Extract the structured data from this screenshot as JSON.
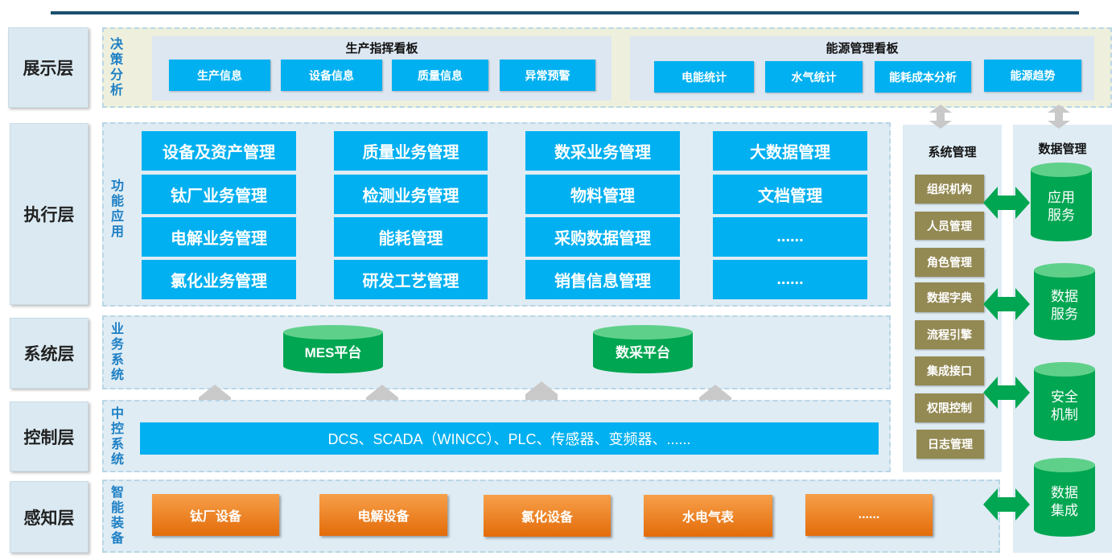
{
  "layers": {
    "display": "展示层",
    "execution": "执行层",
    "system": "系统层",
    "control": "控制层",
    "perception": "感知层"
  },
  "side_labels": {
    "decision": [
      "决",
      "策",
      "分",
      "析"
    ],
    "function": [
      "功",
      "能",
      "应",
      "用"
    ],
    "business": [
      "业",
      "务",
      "系",
      "统"
    ],
    "central": [
      "中",
      "控",
      "系",
      "统"
    ],
    "smart": [
      "智",
      "能",
      "装",
      "备"
    ]
  },
  "production_board": {
    "title": "生产指挥看板",
    "items": [
      "生产信息",
      "设备信息",
      "质量信息",
      "异常预警"
    ]
  },
  "energy_board": {
    "title": "能源管理看板",
    "items": [
      "电能统计",
      "水气统计",
      "能耗成本分析",
      "能源趋势"
    ]
  },
  "functions": [
    [
      "设备及资产管理",
      "质量业务管理",
      "数采业务管理",
      "大数据管理"
    ],
    [
      "钛厂业务管理",
      "检测业务管理",
      "物料管理",
      "文档管理"
    ],
    [
      "电解业务管理",
      "能耗管理",
      "采购数据管理",
      "......"
    ],
    [
      "氯化业务管理",
      "研发工艺管理",
      "销售信息管理",
      "......"
    ]
  ],
  "platforms": [
    "MES平台",
    "数采平台"
  ],
  "control_text": "DCS、SCADA（WINCC）、PLC、传感器、变频器、......",
  "devices": [
    "钛厂设备",
    "电解设备",
    "氯化设备",
    "水电气表",
    "......"
  ],
  "system_management": {
    "title": "系统管理",
    "items": [
      "组织机构",
      "人员管理",
      "角色管理",
      "数据字典",
      "流程引擎",
      "集成接口",
      "权限控制",
      "日志管理"
    ]
  },
  "data_management": {
    "title": "数据管理",
    "items": [
      [
        "应用",
        "服务"
      ],
      [
        "数据",
        "服务"
      ],
      [
        "安全",
        "机制"
      ],
      [
        "数据",
        "集成"
      ]
    ]
  },
  "colors": {
    "blue_box": "#00b0f0",
    "green_cylinder": "#00a651",
    "olive_box": "#938953",
    "orange_box": "#e36c09",
    "side_label": "#1d7fc4"
  }
}
